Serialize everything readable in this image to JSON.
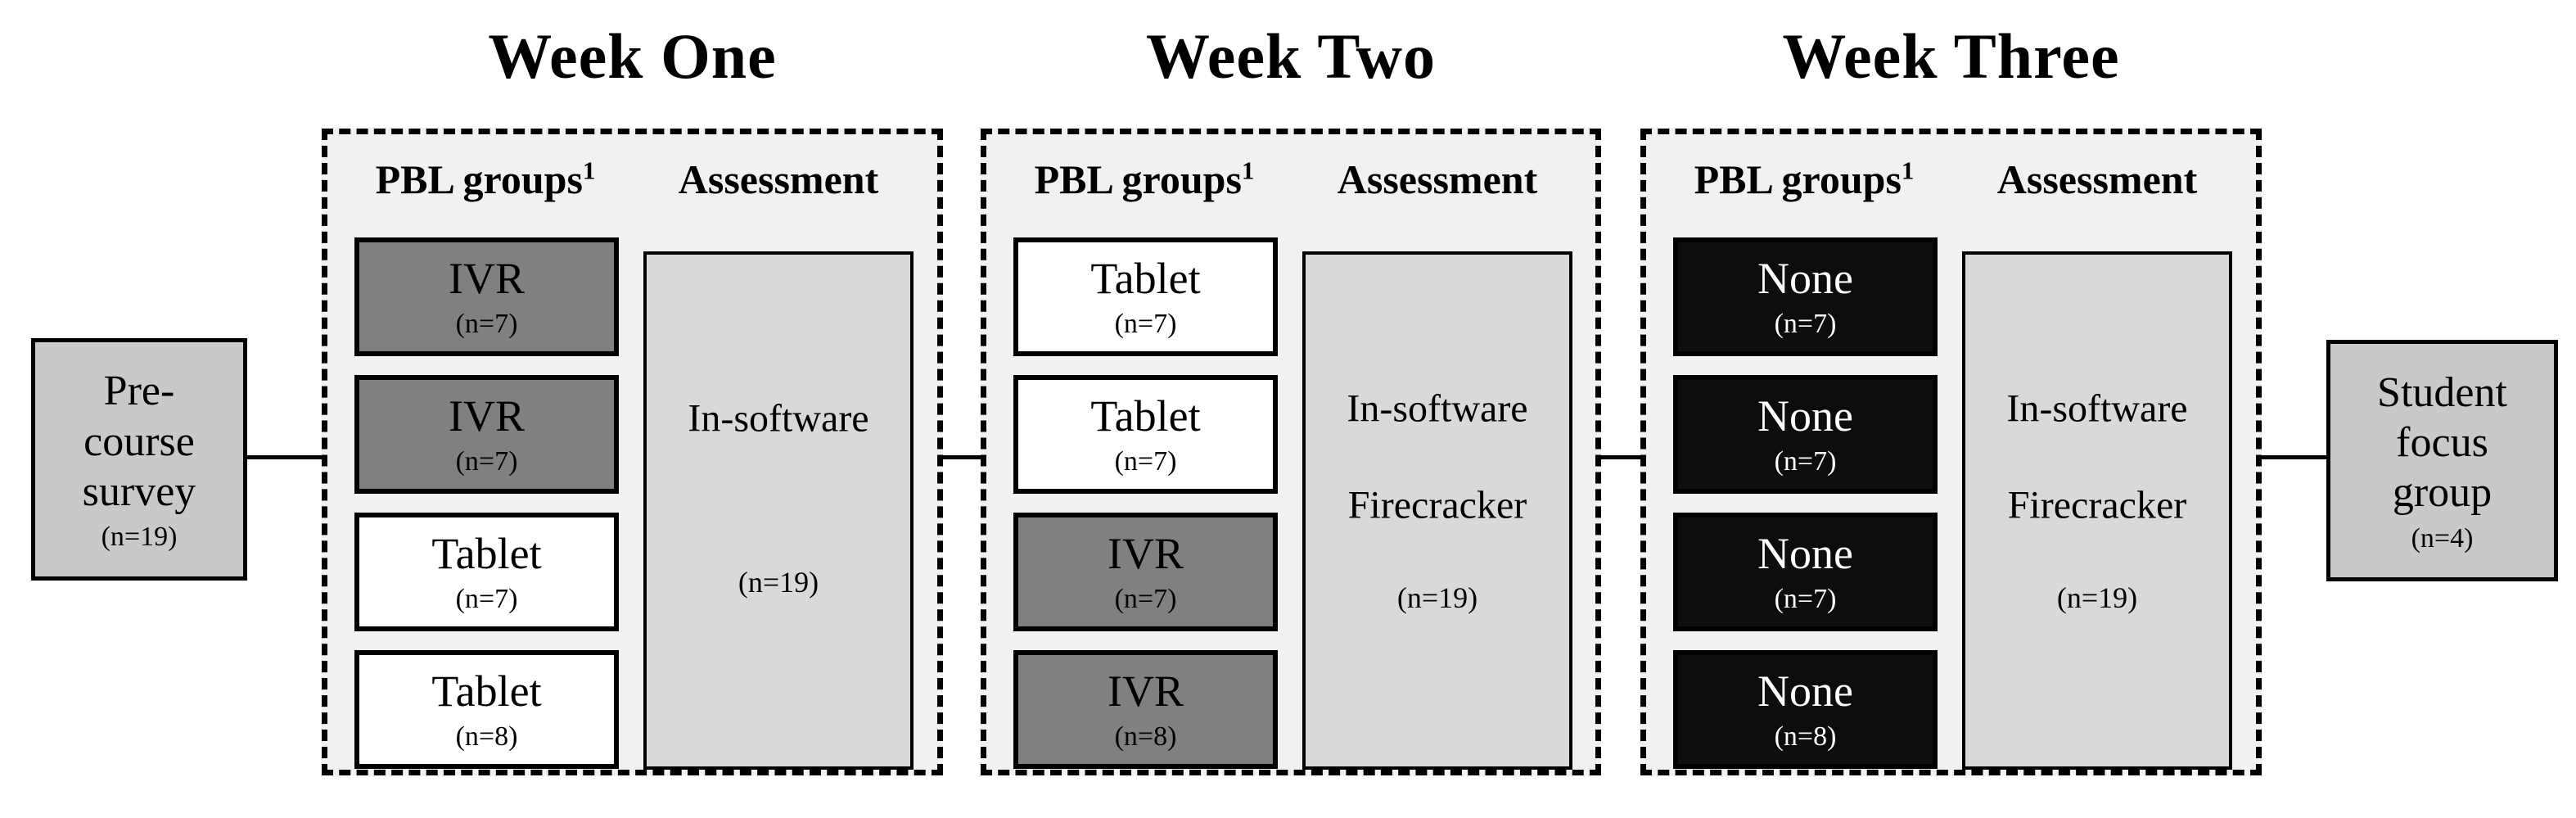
{
  "colors": {
    "page_bg": "#ffffff",
    "panel_bg": "#f1f1f1",
    "panel_border": "#000000",
    "ivr_box_bg": "#808080",
    "tablet_box_bg": "#ffffff",
    "none_box_bg": "#0d0d0d",
    "none_box_text": "#ffffff",
    "assessment_box_bg": "#d9d9d9",
    "side_box_bg": "#c9c9c9",
    "text": "#000000",
    "connector": "#000000"
  },
  "pre_course_box": {
    "line1": "Pre-",
    "line2": "course",
    "line3": "survey",
    "n": "(n=19)"
  },
  "focus_group_box": {
    "line1": "Student",
    "line2": "focus",
    "line3": "group",
    "n": "(n=4)"
  },
  "weeks": [
    {
      "title": "Week One",
      "pbl_header": "PBL groups",
      "pbl_footnote": "1",
      "assessment_header": "Assessment",
      "groups": [
        {
          "label": "IVR",
          "n": "(n=7)",
          "variant": "ivr"
        },
        {
          "label": "IVR",
          "n": "(n=7)",
          "variant": "ivr"
        },
        {
          "label": "Tablet",
          "n": "(n=7)",
          "variant": "tablet"
        },
        {
          "label": "Tablet",
          "n": "(n=8)",
          "variant": "tablet"
        }
      ],
      "assessment": {
        "line1": "In-software",
        "n": "(n=19)"
      }
    },
    {
      "title": "Week Two",
      "pbl_header": "PBL groups",
      "pbl_footnote": "1",
      "assessment_header": "Assessment",
      "groups": [
        {
          "label": "Tablet",
          "n": "(n=7)",
          "variant": "tablet"
        },
        {
          "label": "Tablet",
          "n": "(n=7)",
          "variant": "tablet"
        },
        {
          "label": "IVR",
          "n": "(n=7)",
          "variant": "ivr"
        },
        {
          "label": "IVR",
          "n": "(n=8)",
          "variant": "ivr"
        }
      ],
      "assessment": {
        "line1": "In-software",
        "line2": "Firecracker",
        "n": "(n=19)"
      }
    },
    {
      "title": "Week Three",
      "pbl_header": "PBL groups",
      "pbl_footnote": "1",
      "assessment_header": "Assessment",
      "groups": [
        {
          "label": "None",
          "n": "(n=7)",
          "variant": "none"
        },
        {
          "label": "None",
          "n": "(n=7)",
          "variant": "none"
        },
        {
          "label": "None",
          "n": "(n=7)",
          "variant": "none"
        },
        {
          "label": "None",
          "n": "(n=8)",
          "variant": "none"
        }
      ],
      "assessment": {
        "line1": "In-software",
        "line2": "Firecracker",
        "n": "(n=19)"
      }
    }
  ]
}
